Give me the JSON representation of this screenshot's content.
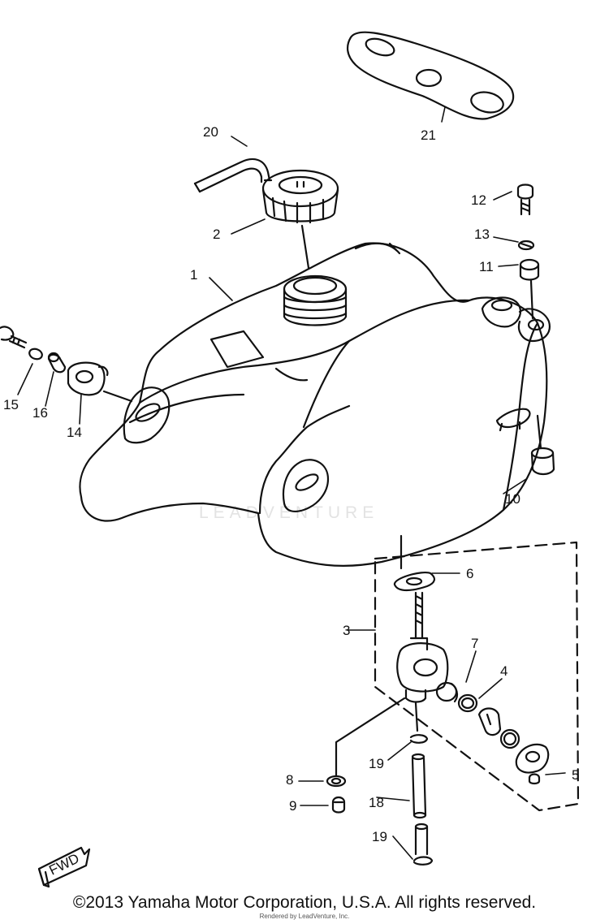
{
  "diagram": {
    "labels": {
      "p1": "1",
      "p2": "2",
      "p3": "3",
      "p4": "4",
      "p5": "5",
      "p6": "6",
      "p7": "7",
      "p8": "8",
      "p9": "9",
      "p10": "10",
      "p11": "11",
      "p12": "12",
      "p13": "13",
      "p14": "14",
      "p15": "15",
      "p16": "16",
      "p18": "18",
      "p19a": "19",
      "p19b": "19",
      "p20": "20",
      "p21": "21"
    },
    "fwd_label": "FWD"
  },
  "watermark": "LEADVENTURE",
  "footer": {
    "copyright": "©2013 Yamaha Motor Corporation, U.S.A. All rights reserved.",
    "rendered_by": "Rendered by LeadVenture, Inc."
  }
}
